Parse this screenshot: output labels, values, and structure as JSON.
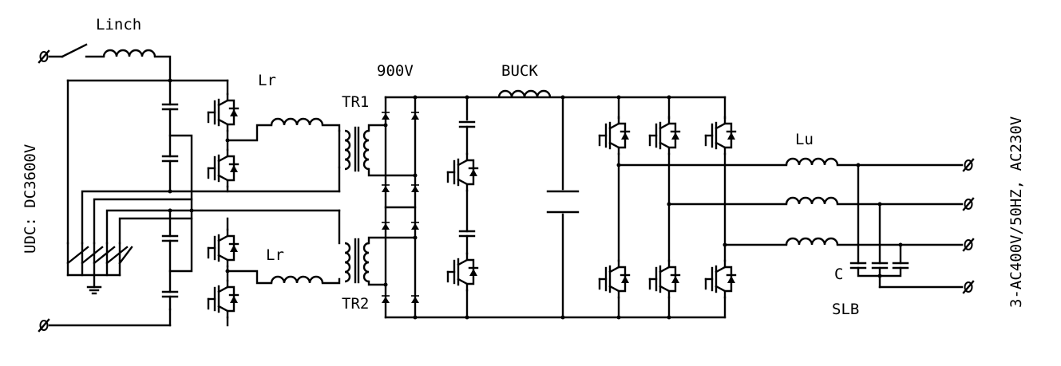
{
  "labels": {
    "linch": "Linch",
    "lr_top": "Lr",
    "lr_bottom": "Lr",
    "tr1": "TR1",
    "tr2": "TR2",
    "dc_link": "900V",
    "buck": "BUCK",
    "lu": "Lu",
    "cap": "C",
    "slb": "SLB",
    "input": "UDC: DC3600V",
    "output": "3-AC400V/50HZ, AC230V"
  },
  "colors": {
    "line": "#000000",
    "background": "#ffffff"
  }
}
